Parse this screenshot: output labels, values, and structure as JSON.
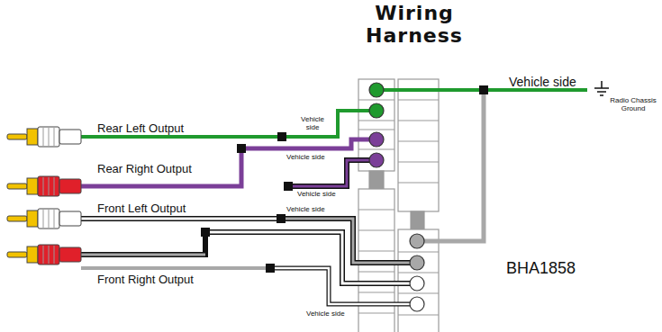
{
  "diagram": {
    "title": "Wiring Harness",
    "labels": [
      "Vehicle side",
      "Radio Chassis Ground",
      "Rear Left Output",
      "Rear Right Output",
      "Front Left Output",
      "Front Right Output",
      "Vehicle side",
      "Vehicle side",
      "Vehicle side",
      "Vehicle side",
      "Vehicle side",
      "BHA1858"
    ]
  }
}
